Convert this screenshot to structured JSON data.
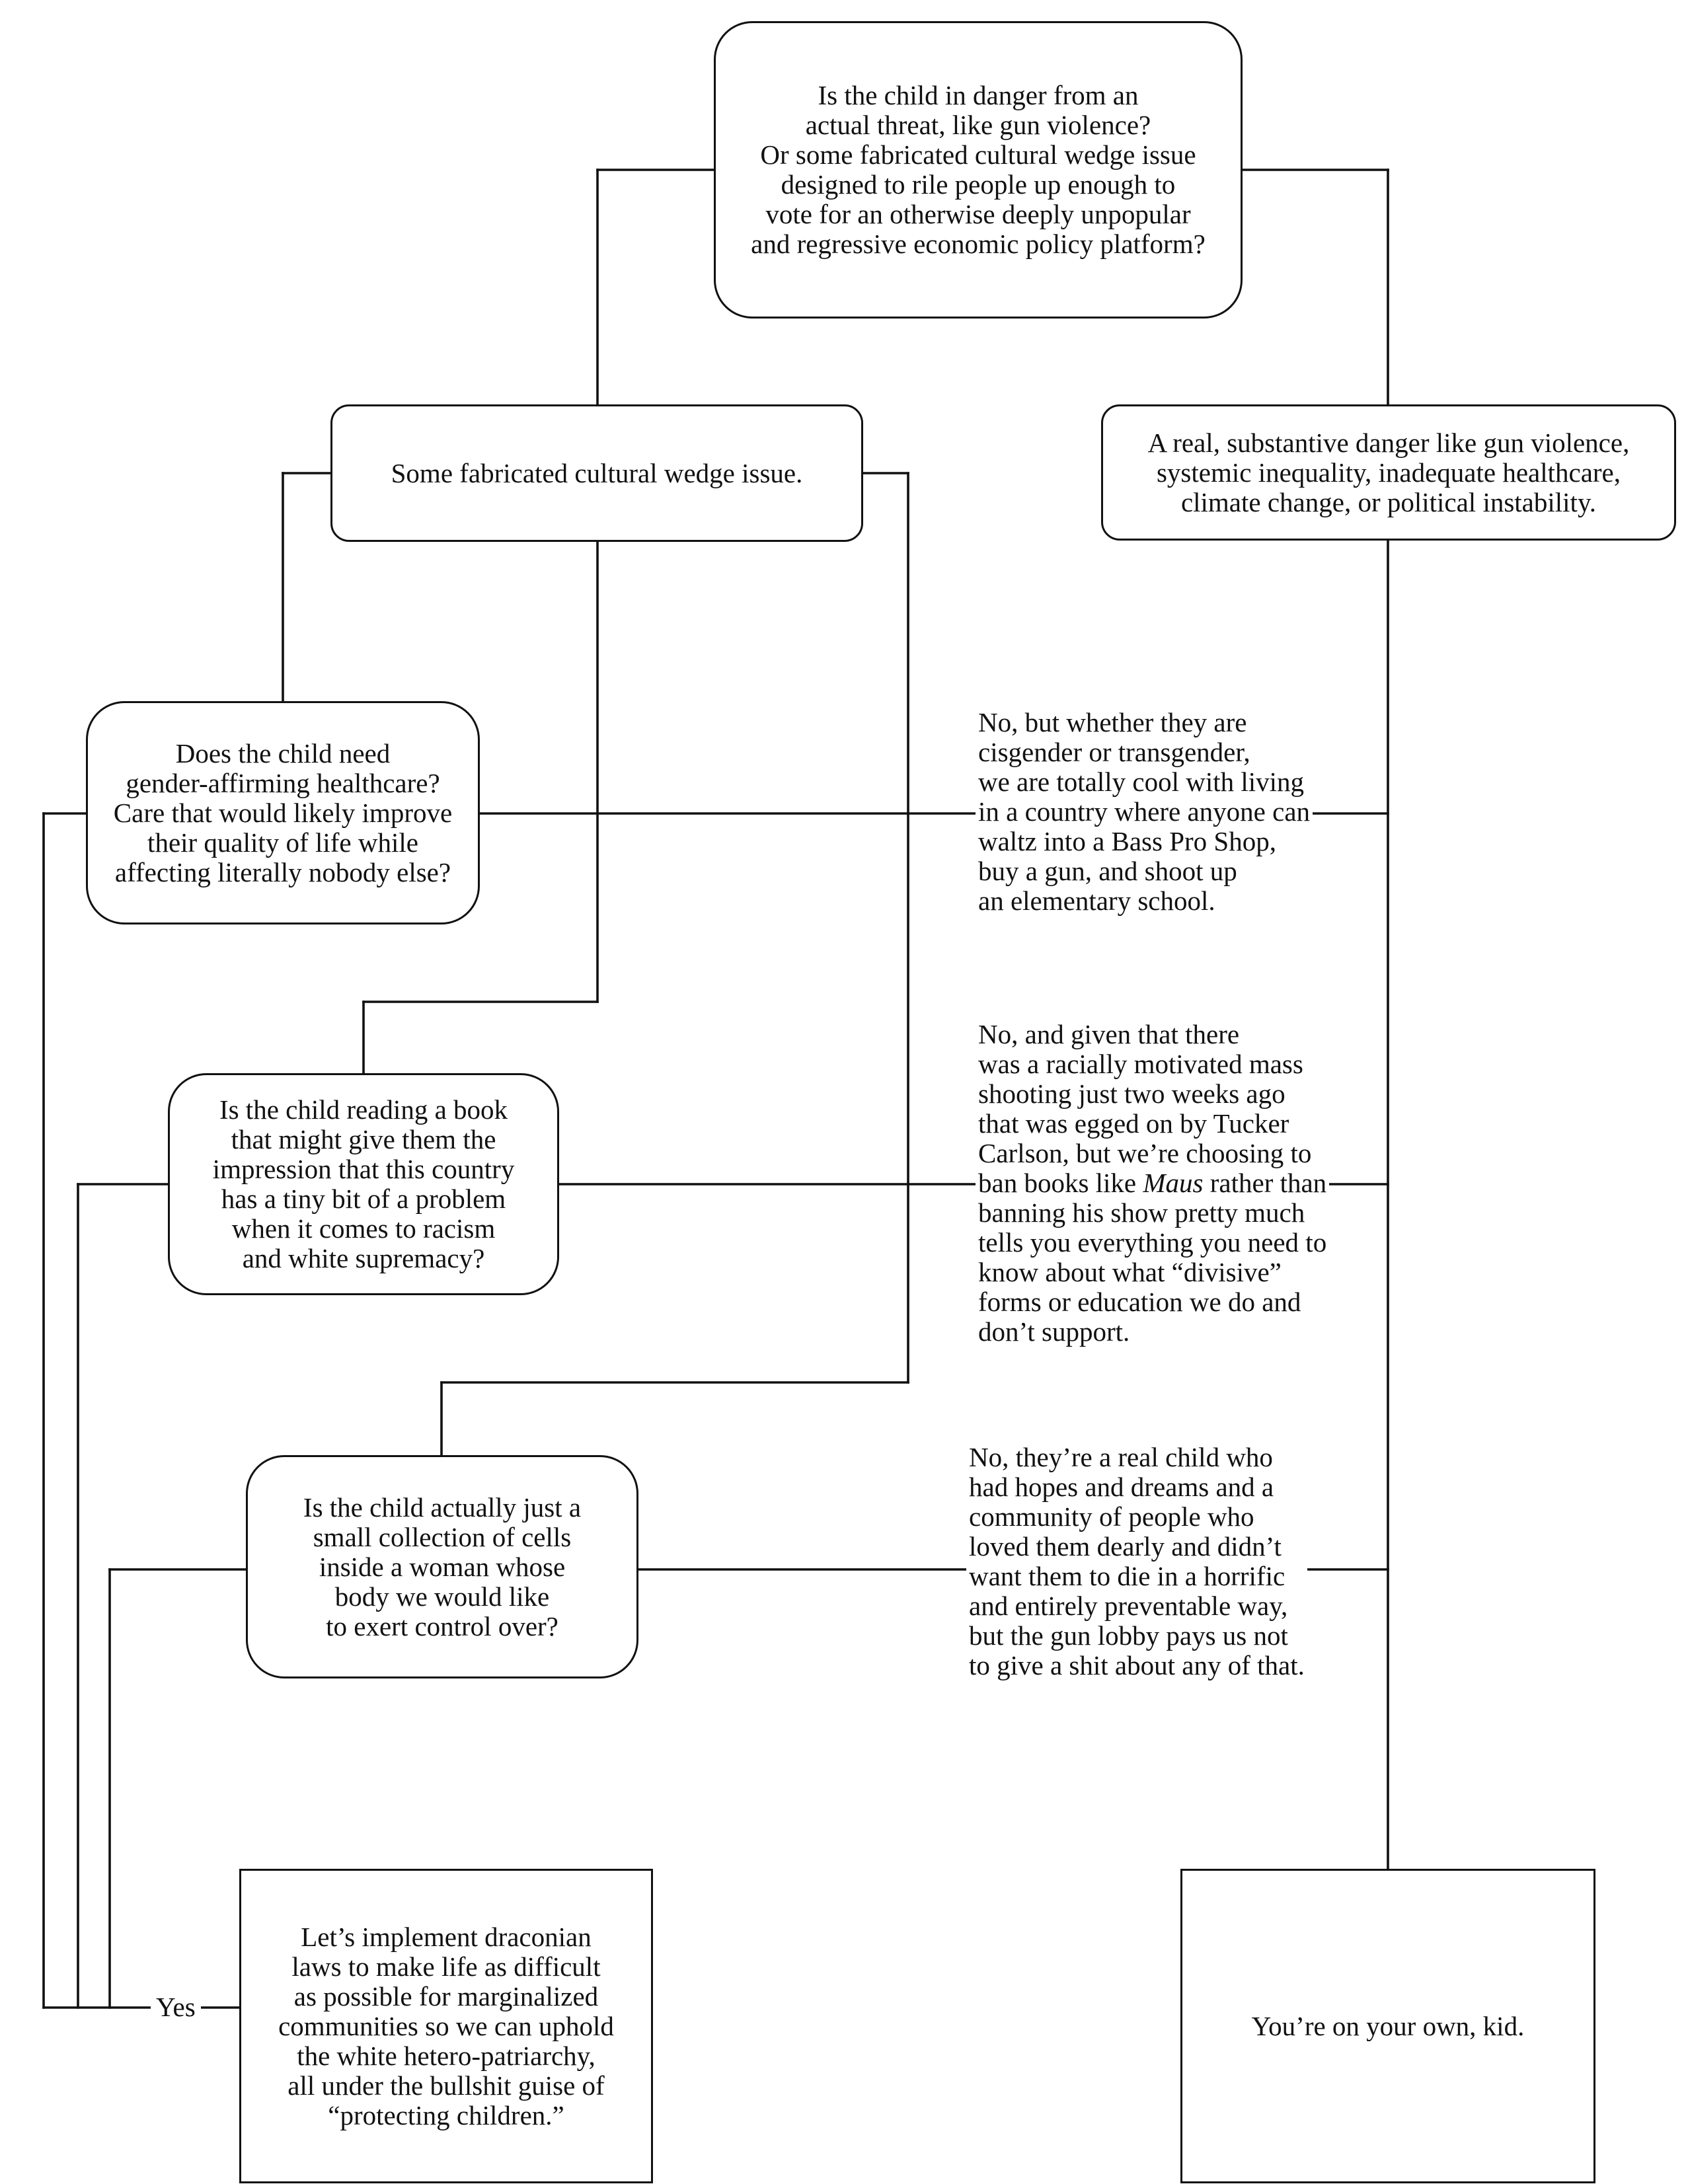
{
  "nodes": {
    "root": "Is the child in danger from an\nactual threat, like gun violence?\nOr some fabricated cultural wedge issue\ndesigned to rile people up enough to\nvote for an otherwise deeply unpopular\nand regressive economic policy platform?",
    "wedge": "Some fabricated cultural wedge issue.",
    "real_danger": "A real, substantive danger like gun violence,\nsystemic inequality, inadequate healthcare,\nclimate change, or political instability.",
    "q_gender": "Does the child need\ngender-affirming healthcare?\nCare that would likely improve\ntheir quality of life while\naffecting literally nobody else?",
    "q_book": "Is the child reading a book\nthat might give them the\nimpression that this country\nhas a tiny bit of a problem\nwhen it comes to racism\nand white supremacy?",
    "q_cells": "Is the child actually just a\nsmall collection of cells\ninside a woman whose\nbody we would like\nto exert control over?",
    "outcome_laws": "Let’s implement draconian\nlaws to make life as difficult\nas possible for marginalized\ncommunities so we can uphold\nthe white hetero-patriarchy,\nall under the bullshit guise of\n“protecting children.”",
    "outcome_own": "You’re on your own, kid."
  },
  "edge_labels": {
    "no_gender": [
      "No, but whether they are",
      "cisgender or transgender,",
      "we are totally cool with living",
      "in a country where anyone can",
      "waltz into a Bass Pro Shop,",
      "buy a gun, and shoot up",
      "an elementary school."
    ],
    "no_book": {
      "lines_before": [
        "No, and given that there",
        "was a racially motivated mass",
        "shooting just two weeks ago",
        "that was egged on by Tucker",
        "Carlson, but we’re choosing to"
      ],
      "ban_prefix": "ban books like ",
      "ban_title": "Maus",
      "ban_suffix": " rather than",
      "lines_after": [
        "banning his show pretty much",
        "tells you everything you need to",
        "know about what “divisive”",
        "forms or education we do and",
        "don’t support."
      ]
    },
    "no_cells": [
      "No, they’re a real child who",
      "had hopes and dreams and a",
      "community of people who",
      "loved them dearly and didn’t",
      "want them to die in a horrific",
      "and entirely preventable way,",
      "but the gun lobby pays us not",
      "to give a shit about any of that."
    ],
    "yes": "Yes"
  }
}
